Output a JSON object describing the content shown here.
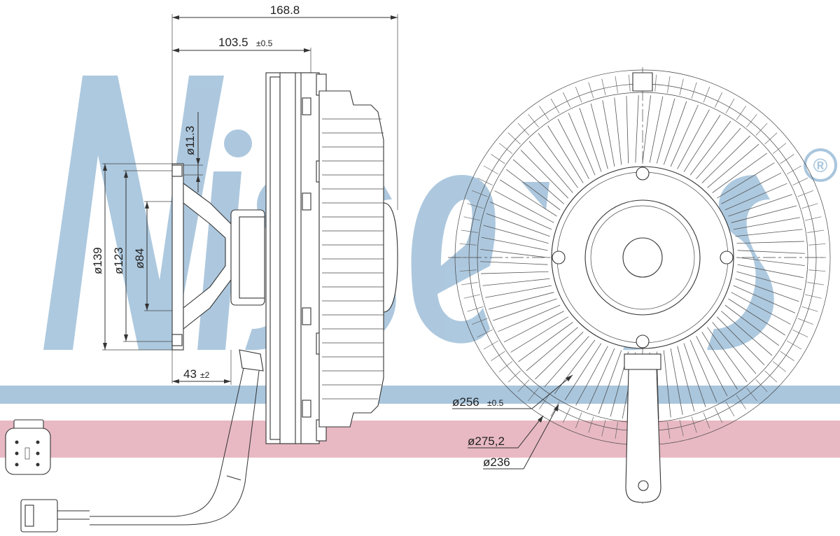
{
  "watermark": {
    "brand": "Nissens",
    "registered_mark": "®",
    "blue_band_color": "#a9c6dd",
    "pink_band_color": "#e8b9c3",
    "brand_color": "#a9c6dd"
  },
  "dimensions": {
    "overall_length": "168.8",
    "body_length": "103.5",
    "body_length_tol": "±0.5",
    "bolt_hole_dia": "ø11.3",
    "flange_dia_outer": "ø139",
    "flange_dia_pcd": "ø123",
    "flange_dia_inner": "ø84",
    "hub_offset": "43",
    "hub_offset_tol": "±2",
    "fan_dia_256": "ø256",
    "fan_dia_256_tol": "±0.5",
    "fan_dia_275": "ø275,2",
    "fan_dia_236": "ø236"
  }
}
